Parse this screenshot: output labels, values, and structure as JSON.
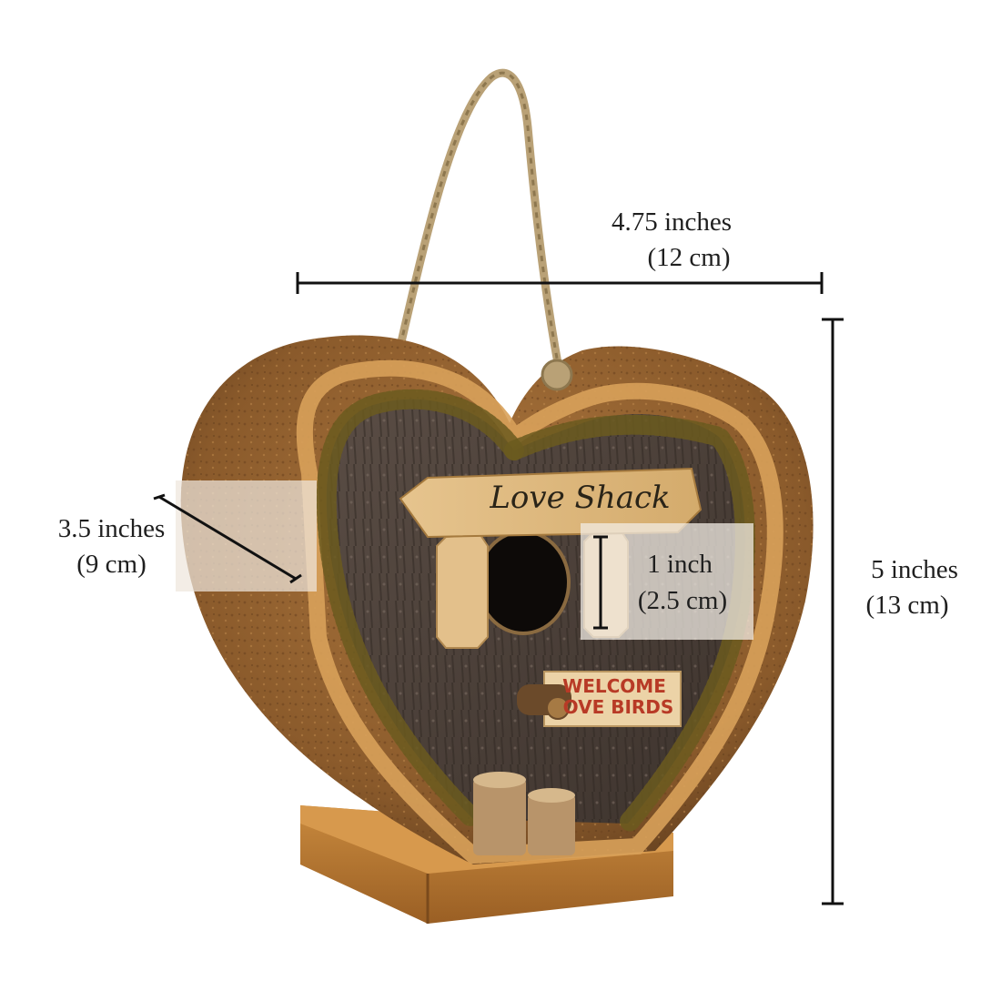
{
  "image": {
    "subject": "heart-shaped-birdhouse",
    "background_color": "#ffffff"
  },
  "dimensions": {
    "width": {
      "inches": "4.75 inches",
      "cm": "(12 cm)"
    },
    "height": {
      "inches": "5 inches",
      "cm": "(13 cm)"
    },
    "depth": {
      "inches": "3.5 inches",
      "cm": "(9 cm)"
    },
    "opening": {
      "inches": "1 inch",
      "cm": "(2.5 cm)"
    }
  },
  "signs": {
    "top_sign": "Love Shack",
    "bottom_sign_line1": "WELCOME",
    "bottom_sign_line2": "OVE BIRDS"
  },
  "colors": {
    "bark": "#8a5a2b",
    "bark_dark": "#5b3a1c",
    "inner_bark": "#4a3f38",
    "moss": "#6b5a1e",
    "wood_light": "#d9b27a",
    "base": "#b8772f",
    "sign_red": "#b83a26",
    "rope": "#b9a176",
    "line": "#111111"
  }
}
